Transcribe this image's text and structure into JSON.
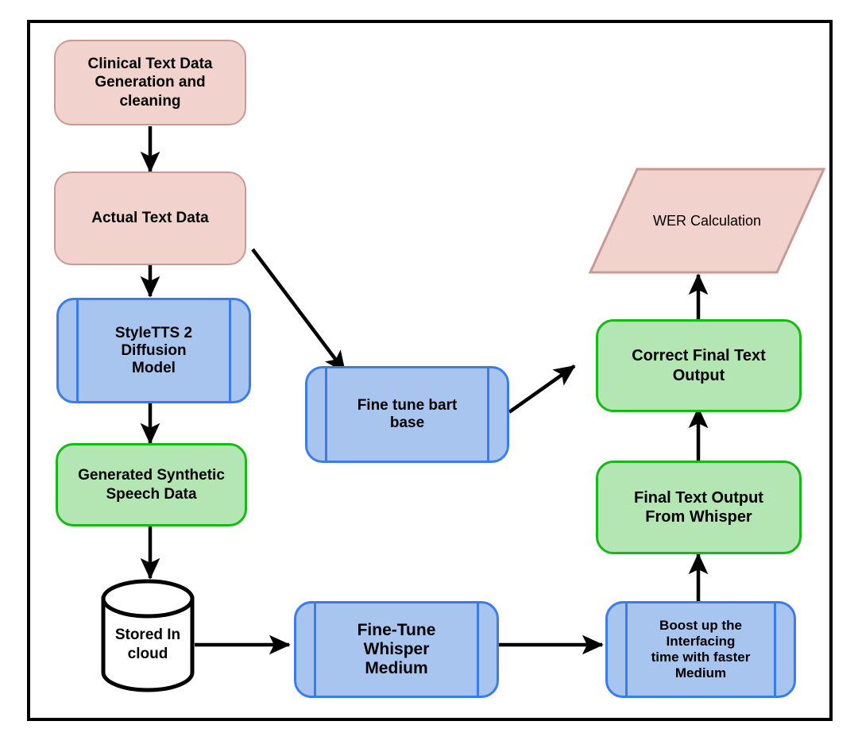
{
  "diagram": {
    "title": "Clinical speech ASR pipeline flowchart",
    "colors": {
      "pink_fill": "#f2d2cd",
      "pink_border": "#c89a95",
      "blue_fill": "#a8c5f0",
      "blue_border": "#3a7bf0",
      "green_fill": "#b3e6b3",
      "green_border": "#16ba16",
      "cylinder_fill": "#ffffff",
      "cylinder_border": "#000000",
      "arrow": "#000000",
      "frame": "#000000"
    },
    "nodes": [
      {
        "id": "clinical-text-data",
        "label": "Clinical Text Data\nGeneration and\ncleaning",
        "shape": "rounded-process",
        "color": "pink"
      },
      {
        "id": "actual-text-data",
        "label": "Actual Text Data",
        "shape": "rounded-process",
        "color": "pink"
      },
      {
        "id": "styletts2-diffusion",
        "label": "StyleTTS 2\nDiffusion\nModel",
        "shape": "subroutine",
        "color": "blue"
      },
      {
        "id": "generated-synthetic",
        "label": "Generated Synthetic\nSpeech Data",
        "shape": "rounded-process",
        "color": "green"
      },
      {
        "id": "stored-in-cloud",
        "label": "Stored In\ncloud",
        "shape": "cylinder",
        "color": "white"
      },
      {
        "id": "fine-tune-bart-base",
        "label": "Fine tune bart\nbase",
        "shape": "subroutine",
        "color": "blue"
      },
      {
        "id": "fine-tune-whisper",
        "label": "Fine-Tune\nWhisper\nMedium",
        "shape": "subroutine",
        "color": "blue"
      },
      {
        "id": "boost-interfacing-time",
        "label": "Boost up the\nInterfacing\ntime with faster\nMedium",
        "shape": "subroutine",
        "color": "blue"
      },
      {
        "id": "final-text-whisper",
        "label": "Final Text Output\nFrom Whisper",
        "shape": "rounded-process",
        "color": "green"
      },
      {
        "id": "correct-final-text",
        "label": "Correct Final Text\nOutput",
        "shape": "rounded-process",
        "color": "green"
      },
      {
        "id": "wer-calculation",
        "label": "WER Calculation",
        "shape": "parallelogram",
        "color": "pink"
      }
    ],
    "edges": [
      {
        "from": "clinical-text-data",
        "to": "actual-text-data",
        "direction": "down"
      },
      {
        "from": "actual-text-data",
        "to": "styletts2-diffusion",
        "direction": "down"
      },
      {
        "from": "actual-text-data",
        "to": "fine-tune-bart-base",
        "direction": "diagonal-down-right"
      },
      {
        "from": "styletts2-diffusion",
        "to": "generated-synthetic",
        "direction": "down"
      },
      {
        "from": "generated-synthetic",
        "to": "stored-in-cloud",
        "direction": "down"
      },
      {
        "from": "stored-in-cloud",
        "to": "fine-tune-whisper",
        "direction": "right"
      },
      {
        "from": "fine-tune-whisper",
        "to": "boost-interfacing-time",
        "direction": "right"
      },
      {
        "from": "boost-interfacing-time",
        "to": "final-text-whisper",
        "direction": "up"
      },
      {
        "from": "final-text-whisper",
        "to": "correct-final-text",
        "direction": "up"
      },
      {
        "from": "fine-tune-bart-base",
        "to": "correct-final-text",
        "direction": "diagonal-up-right"
      },
      {
        "from": "correct-final-text",
        "to": "wer-calculation",
        "direction": "up"
      }
    ]
  }
}
